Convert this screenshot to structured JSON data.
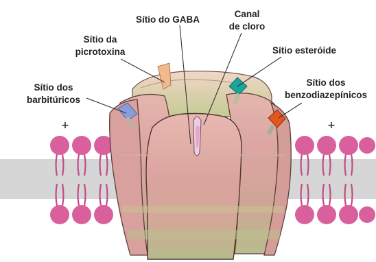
{
  "labels": {
    "gaba_site": "Sítio do GABA",
    "chloride_channel": [
      "Canal",
      "de cloro"
    ],
    "picrotoxin_site": [
      "Sítio da",
      "picrotoxina"
    ],
    "steroid_site": "Sítio esteróide",
    "barbiturate_site": [
      "Sítio dos",
      "barbitúricos"
    ],
    "benzodiazepine_site": [
      "Sítio dos",
      "benzodiazepínicos"
    ]
  },
  "membrane_charges": [
    "+",
    "+"
  ],
  "colors": {
    "lipid_head": "#d9609c",
    "lipid_tail": "#c04d86",
    "membrane_core": "#d4d4d4",
    "receptor_body": "#dca5a2",
    "receptor_top": "#c9cd98",
    "receptor_band": "#b9c08e",
    "picrotoxin_marker": "#f2b98c",
    "steroid_marker": "#1aa4a0",
    "barbiturate_marker": "#8b9bd9",
    "benzodiazepine_marker": "#e2571c",
    "gaba_marker": "#e7a6c9"
  }
}
